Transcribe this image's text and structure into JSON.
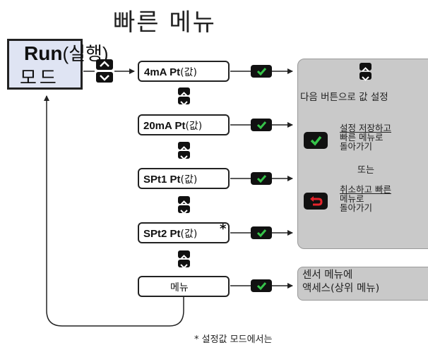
{
  "title": "빠른 메뉴",
  "run_box": {
    "line1_bold": "Run",
    "line1_paren": "(실행)",
    "line2": "모드"
  },
  "menu_items": [
    {
      "label_bold": "4mA Pt",
      "label_paren": "(값)",
      "star": ""
    },
    {
      "label_bold": "20mA Pt",
      "label_paren": "(값)",
      "star": ""
    },
    {
      "label_bold": "SPt1 Pt",
      "label_paren": "(값)",
      "star": ""
    },
    {
      "label_bold": "SPt2 Pt",
      "label_paren": "(값)",
      "star": "*"
    },
    {
      "label_bold": "",
      "label_paren": "메뉴",
      "star": ""
    }
  ],
  "panel_top": {
    "instruction": "다음 버튼으로 값 설정",
    "option1_text": [
      "설정 저장하고",
      "빠른 메뉴로",
      "돌아가기"
    ],
    "or_text": "또는",
    "option2_text": [
      "취소하고 빠른",
      "메뉴로",
      "돌아가기"
    ]
  },
  "panel_bottom": {
    "line1": "센서 메뉴에",
    "line2": "액세스(상위 메뉴)"
  },
  "footnote": "* 설정값 모드에서는",
  "colors": {
    "check_green": "#36c34a",
    "undo_red": "#e5242b",
    "run_box_bg": "#dfe4f3",
    "panel_bg": "#c9c9c9"
  },
  "icons": {
    "check": "check-icon",
    "updown": "up-down-icon",
    "undo": "undo-icon"
  }
}
